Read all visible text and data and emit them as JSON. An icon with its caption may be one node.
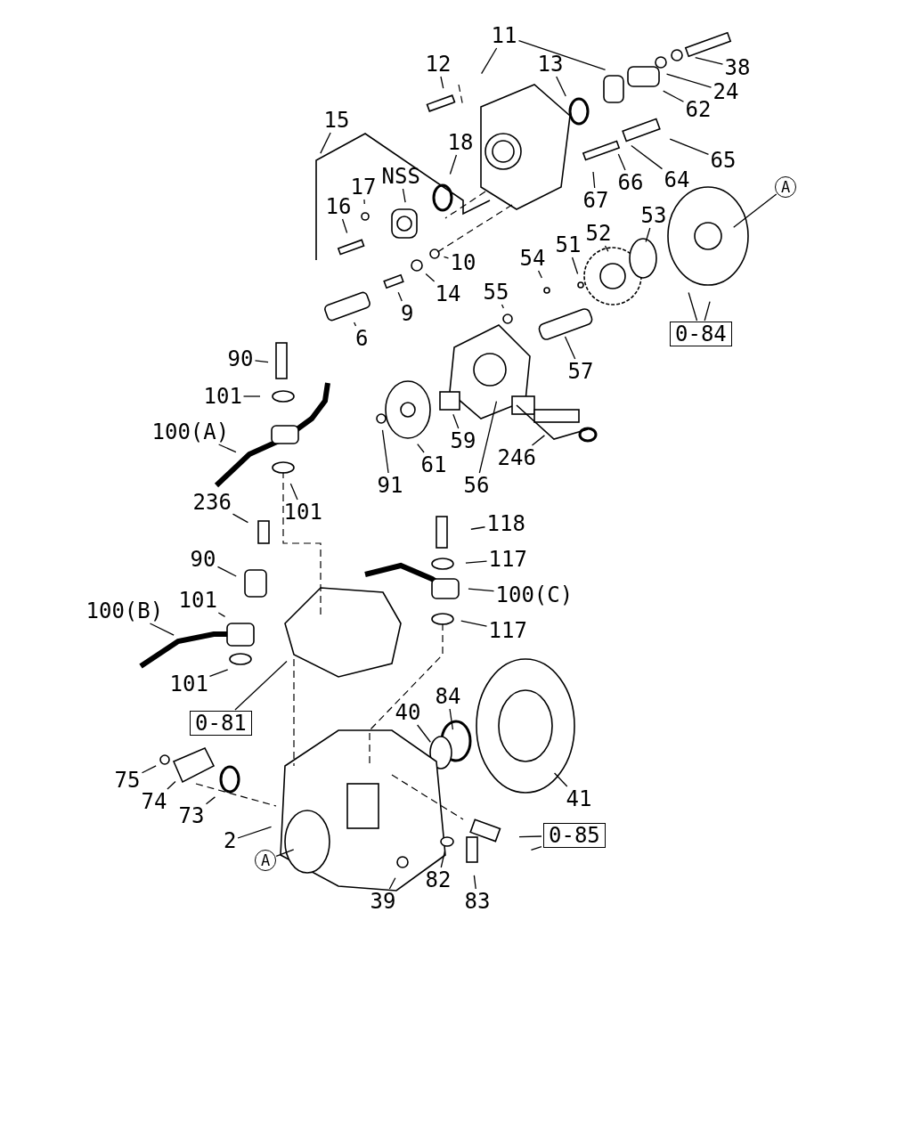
{
  "diagram": {
    "nodes": [
      {
        "text": [
          "11"
        ]
      },
      {
        "text": [
          "12"
        ]
      },
      {
        "text": [
          "13"
        ]
      },
      {
        "text": [
          "38"
        ]
      },
      {
        "text": [
          "24"
        ]
      },
      {
        "text": [
          "62"
        ]
      },
      {
        "text": [
          "15"
        ]
      },
      {
        "text": [
          "65"
        ]
      },
      {
        "text": [
          "18"
        ]
      },
      {
        "text": [
          "NSS"
        ]
      },
      {
        "text": [
          "64"
        ]
      },
      {
        "text": [
          "66"
        ]
      },
      {
        "text": [
          "A"
        ]
      },
      {
        "text": [
          "17"
        ]
      },
      {
        "text": [
          "67"
        ]
      },
      {
        "text": [
          "16"
        ]
      },
      {
        "text": [
          "53"
        ]
      },
      {
        "text": [
          "52"
        ]
      },
      {
        "text": [
          "51"
        ]
      },
      {
        "text": [
          "10"
        ]
      },
      {
        "text": [
          "54"
        ]
      },
      {
        "text": [
          "55"
        ]
      },
      {
        "text": [
          "14"
        ]
      },
      {
        "text": [
          "9"
        ]
      },
      {
        "text": [
          "0-84"
        ]
      },
      {
        "text": [
          "6"
        ]
      },
      {
        "text": [
          "90"
        ]
      },
      {
        "text": [
          "57"
        ]
      },
      {
        "text": [
          "101"
        ]
      },
      {
        "text": [
          "100(A)"
        ]
      },
      {
        "text": [
          "59"
        ]
      },
      {
        "text": [
          "246"
        ]
      },
      {
        "text": [
          "61"
        ]
      },
      {
        "text": [
          "91"
        ]
      },
      {
        "text": [
          "56"
        ]
      },
      {
        "text": [
          "101"
        ]
      },
      {
        "text": [
          "236"
        ]
      },
      {
        "text": [
          "118"
        ]
      },
      {
        "text": [
          "117"
        ]
      },
      {
        "text": [
          "90"
        ]
      },
      {
        "text": [
          "101"
        ]
      },
      {
        "text": [
          "100(C)"
        ]
      },
      {
        "text": [
          "100(B)"
        ]
      },
      {
        "text": [
          "117"
        ]
      },
      {
        "text": [
          "101"
        ]
      },
      {
        "text": [
          "0-81"
        ]
      },
      {
        "text": [
          "40"
        ]
      },
      {
        "text": [
          "84"
        ]
      },
      {
        "text": [
          "75"
        ]
      },
      {
        "text": [
          "41"
        ]
      },
      {
        "text": [
          "74"
        ]
      },
      {
        "text": [
          "73"
        ]
      },
      {
        "text": [
          "0-85"
        ]
      },
      {
        "text": [
          "2"
        ]
      },
      {
        "text": [
          "A"
        ]
      },
      {
        "text": [
          "82"
        ]
      },
      {
        "text": [
          "39"
        ]
      },
      {
        "text": [
          "83"
        ]
      }
    ],
    "edges": [
      {
        "from": 0,
        "to": null,
        "arrow": "none"
      },
      {
        "from": 0,
        "to": null,
        "arrow": "none"
      },
      {
        "from": 1,
        "to": null,
        "arrow": "none"
      },
      {
        "from": 2,
        "to": null,
        "arrow": "none"
      },
      {
        "from": 3,
        "to": null,
        "arrow": "none"
      },
      {
        "from": 4,
        "to": null,
        "arrow": "none"
      },
      {
        "from": 5,
        "to": null,
        "arrow": "none"
      },
      {
        "from": 6,
        "to": null,
        "arrow": "none"
      },
      {
        "from": 7,
        "to": null,
        "arrow": "none"
      },
      {
        "from": 8,
        "to": null,
        "arrow": "none"
      },
      {
        "from": 9,
        "to": null,
        "arrow": "none"
      },
      {
        "from": 10,
        "to": null,
        "arrow": "none"
      },
      {
        "from": 11,
        "to": null,
        "arrow": "none"
      },
      {
        "from": 12,
        "to": null,
        "arrow": "none"
      },
      {
        "from": 13,
        "to": null,
        "arrow": "none"
      },
      {
        "from": 14,
        "to": null,
        "arrow": "none"
      },
      {
        "from": 15,
        "to": null,
        "arrow": "none"
      },
      {
        "from": 16,
        "to": null,
        "arrow": "none"
      },
      {
        "from": 17,
        "to": null,
        "arrow": "none"
      },
      {
        "from": 18,
        "to": null,
        "arrow": "none"
      },
      {
        "from": 19,
        "to": null,
        "arrow": "none"
      },
      {
        "from": 20,
        "to": null,
        "arrow": "none"
      },
      {
        "from": 21,
        "to": null,
        "arrow": "none"
      },
      {
        "from": 22,
        "to": null,
        "arrow": "none"
      },
      {
        "from": 23,
        "to": null,
        "arrow": "none"
      },
      {
        "from": 24,
        "to": null,
        "arrow": "none"
      },
      {
        "from": 24,
        "to": null,
        "arrow": "none"
      },
      {
        "from": 25,
        "to": null,
        "arrow": "none"
      },
      {
        "from": 26,
        "to": null,
        "arrow": "none"
      },
      {
        "from": 27,
        "to": null,
        "arrow": "none"
      },
      {
        "from": 28,
        "to": null,
        "arrow": "none"
      },
      {
        "from": 29,
        "to": null,
        "arrow": "none"
      },
      {
        "from": 30,
        "to": null,
        "arrow": "none"
      },
      {
        "from": 31,
        "to": null,
        "arrow": "none"
      },
      {
        "from": 32,
        "to": null,
        "arrow": "none"
      },
      {
        "from": 33,
        "to": null,
        "arrow": "none"
      },
      {
        "from": 34,
        "to": null,
        "arrow": "none"
      },
      {
        "from": 35,
        "to": null,
        "arrow": "none"
      },
      {
        "from": 36,
        "to": null,
        "arrow": "none"
      },
      {
        "from": 37,
        "to": null,
        "arrow": "none"
      },
      {
        "from": 38,
        "to": null,
        "arrow": "none"
      },
      {
        "from": 39,
        "to": null,
        "arrow": "none"
      },
      {
        "from": 40,
        "to": null,
        "arrow": "none"
      },
      {
        "from": 41,
        "to": null,
        "arrow": "none"
      },
      {
        "from": 42,
        "to": null,
        "arrow": "none"
      },
      {
        "from": 43,
        "to": null,
        "arrow": "none"
      },
      {
        "from": 44,
        "to": null,
        "arrow": "none"
      },
      {
        "from": 45,
        "to": null,
        "arrow": "none"
      },
      {
        "from": 46,
        "to": null,
        "arrow": "none"
      },
      {
        "from": 47,
        "to": null,
        "arrow": "none"
      },
      {
        "from": 49,
        "to": null,
        "arrow": "none"
      },
      {
        "from": 48,
        "to": null,
        "arrow": "none"
      },
      {
        "from": 50,
        "to": null,
        "arrow": "none"
      },
      {
        "from": 51,
        "to": null,
        "arrow": "none"
      },
      {
        "from": 52,
        "to": null,
        "arrow": "none"
      },
      {
        "from": 52,
        "to": null,
        "arrow": "none"
      },
      {
        "from": 53,
        "to": null,
        "arrow": "none"
      },
      {
        "from": 54,
        "to": null,
        "arrow": "none"
      },
      {
        "from": 55,
        "to": null,
        "arrow": "none"
      },
      {
        "from": 56,
        "to": null,
        "arrow": "none"
      },
      {
        "from": 57,
        "to": null,
        "arrow": "none"
      }
    ]
  }
}
